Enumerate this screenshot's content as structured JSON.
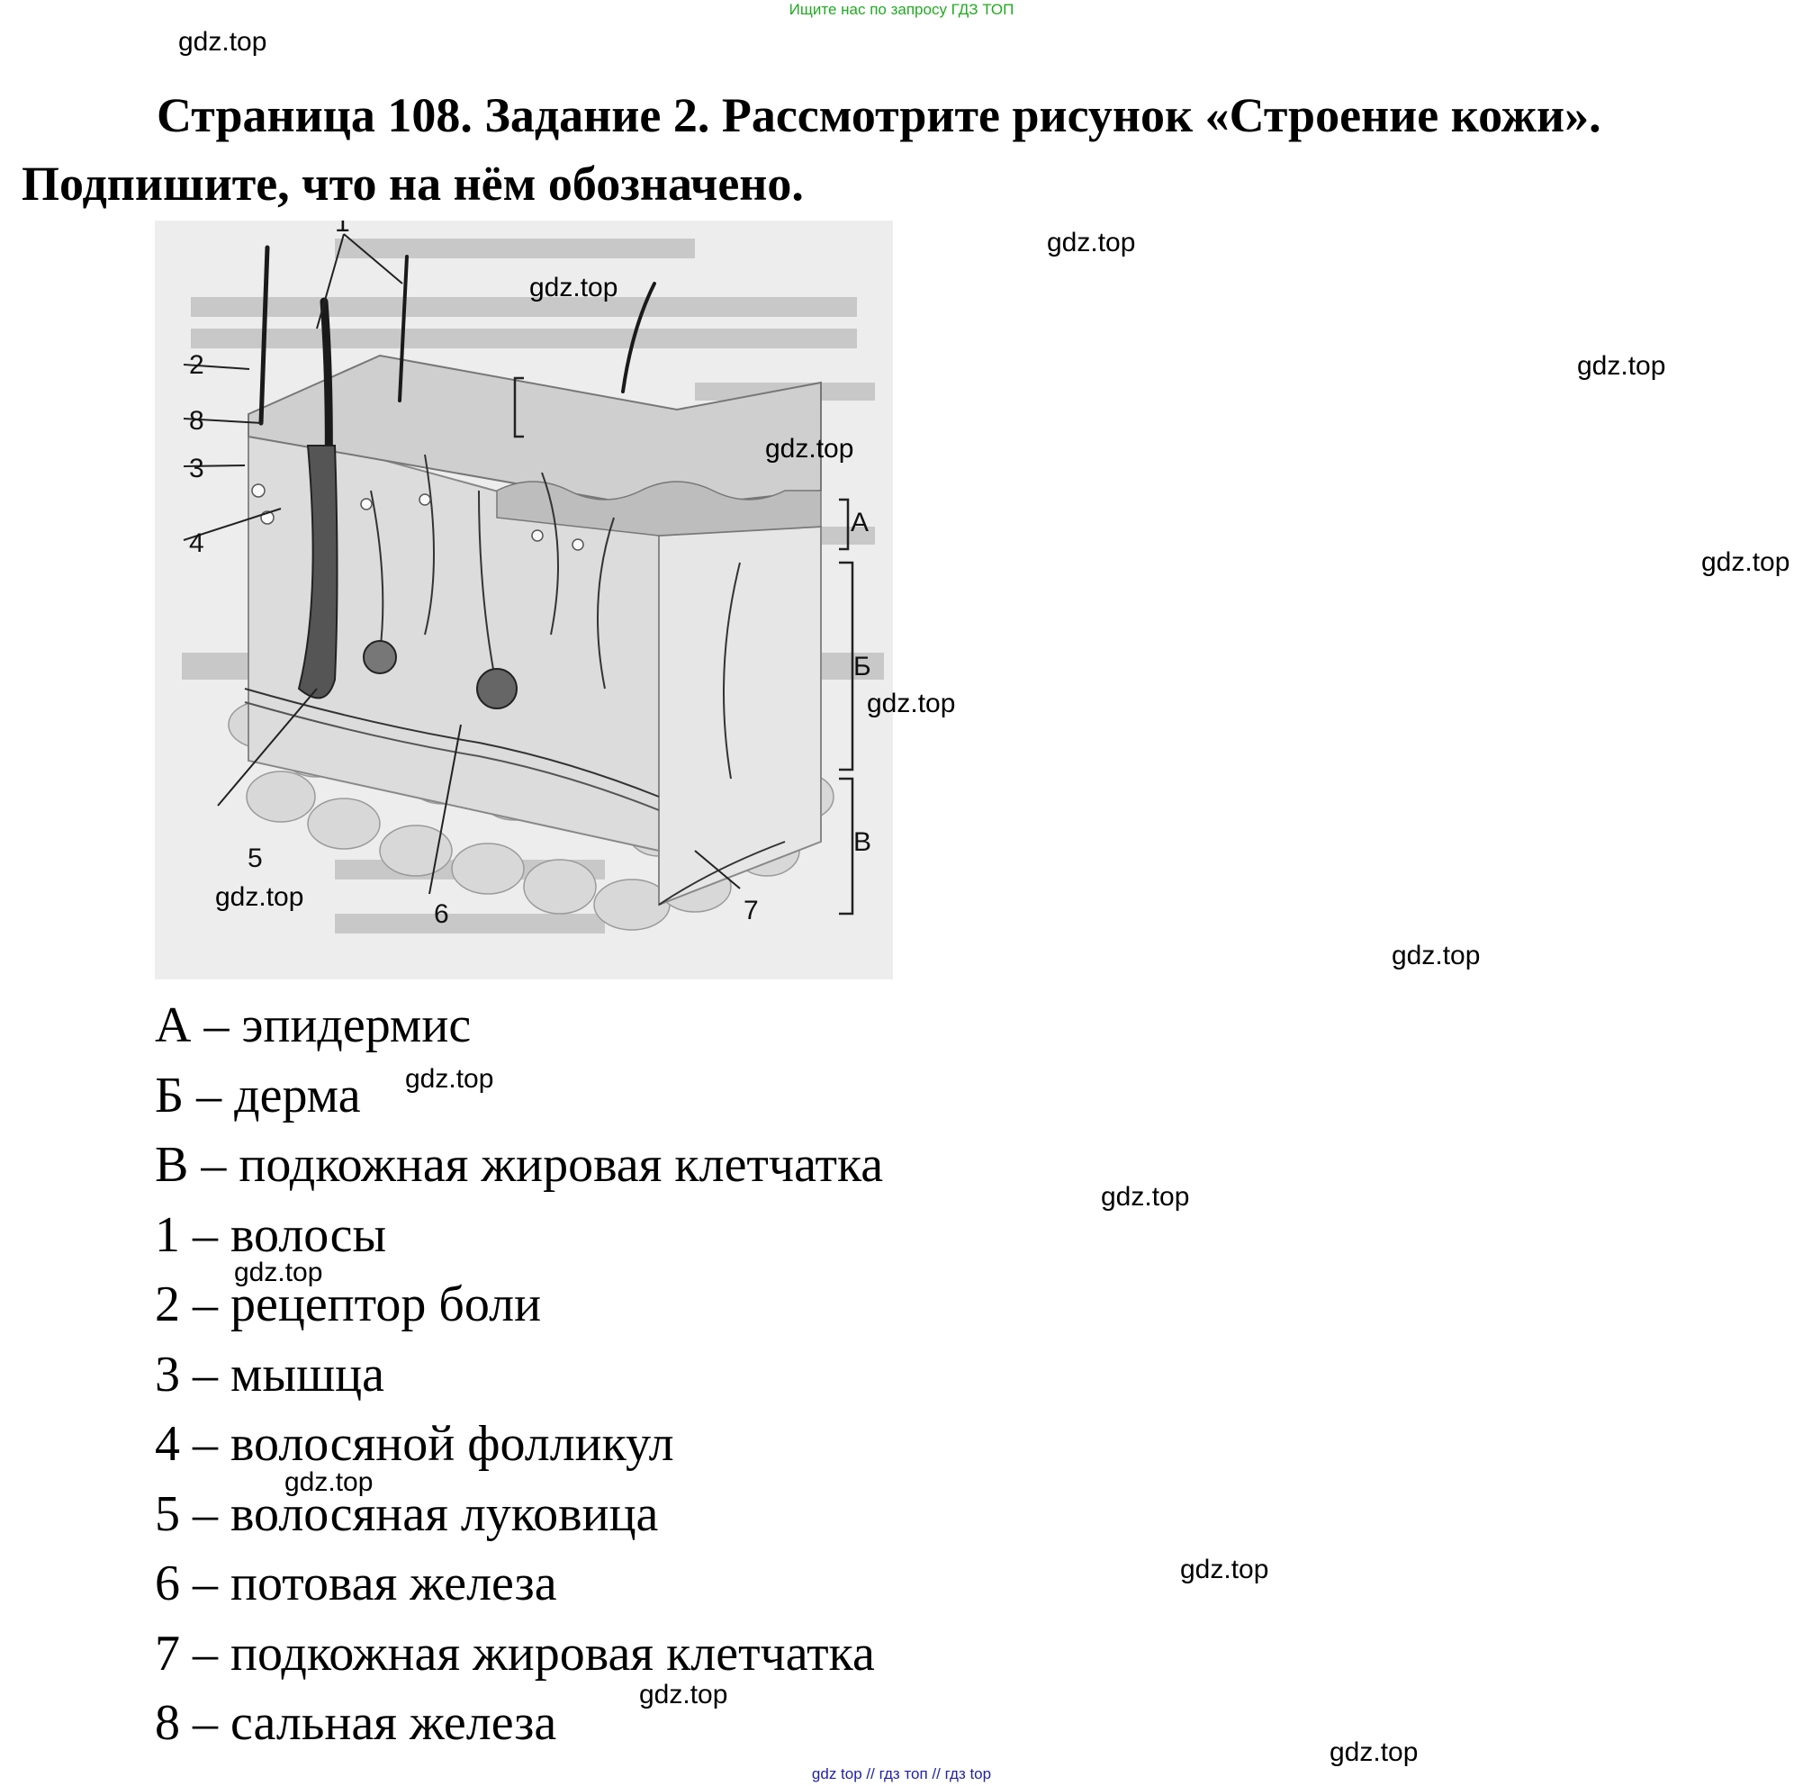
{
  "header": {
    "search_hint": "Ищите нас по запросу ГДЗ ТОП"
  },
  "task": {
    "title": "Страница 108. Задание 2. Рассмотрите рисунок «Строение кожи». Подпишите, что на нём обозначено."
  },
  "figure": {
    "numeric_labels": [
      "1",
      "2",
      "8",
      "3",
      "4",
      "5",
      "6",
      "7"
    ],
    "layer_labels": [
      "А",
      "Б",
      "В"
    ]
  },
  "answers": [
    "А – эпидермис",
    "Б – дерма",
    "В – подкожная жировая клетчатка",
    "1 – волосы",
    "2 – рецептор боли",
    "3 – мышца",
    "4 – волосяной фолликул",
    "5 – волосяная луковица",
    "6 – потовая железа",
    "7 – подкожная жировая клетчатка",
    "8 – сальная железа"
  ],
  "watermark": "gdz.top",
  "footer": {
    "links": "gdz top  //  гдз топ  //  гдз top"
  }
}
